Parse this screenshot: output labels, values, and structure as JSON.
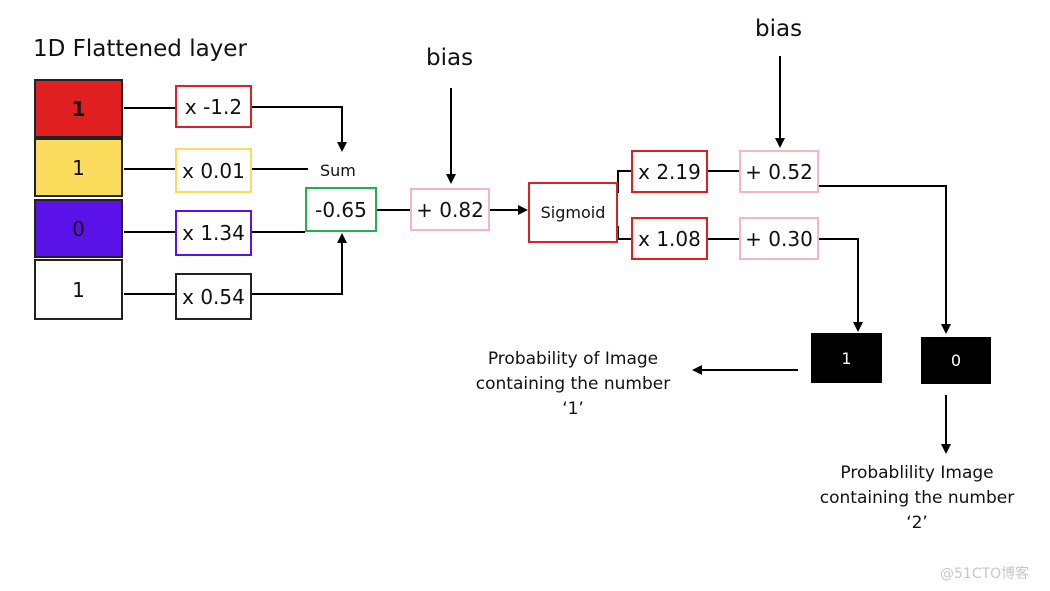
{
  "title": "1D Flattened layer",
  "flattened_layer": {
    "cells": [
      {
        "value": "1",
        "color": "#e02020"
      },
      {
        "value": "1",
        "color": "#fcdc5c"
      },
      {
        "value": "0",
        "color": "#5b12e8"
      },
      {
        "value": "1",
        "color": "#ffffff"
      }
    ]
  },
  "weights": [
    "x -1.2",
    "x 0.01",
    "x 1.34",
    "x 0.54"
  ],
  "sum": {
    "label": "Sum",
    "value": "-0.65"
  },
  "bias_label": "bias",
  "bias1": "+ 0.82",
  "sigmoid": "Sigmoid",
  "out_weights": [
    "x 2.19",
    "x 1.08"
  ],
  "out_biases": [
    "+ 0.52",
    "+ 0.30"
  ],
  "outputs": [
    "1",
    "0"
  ],
  "captions": {
    "one": [
      "Probability of Image",
      "containing the number",
      "‘1’"
    ],
    "two": [
      "Probablility Image",
      "containing the number",
      "‘2’"
    ]
  },
  "watermark": "@51CTO博客",
  "colors": {
    "red": "#e02020",
    "yellow": "#fcdc5c",
    "purple": "#5b12e8",
    "green": "#22b14c",
    "pink": "#f4b6c2",
    "black": "#000000"
  }
}
